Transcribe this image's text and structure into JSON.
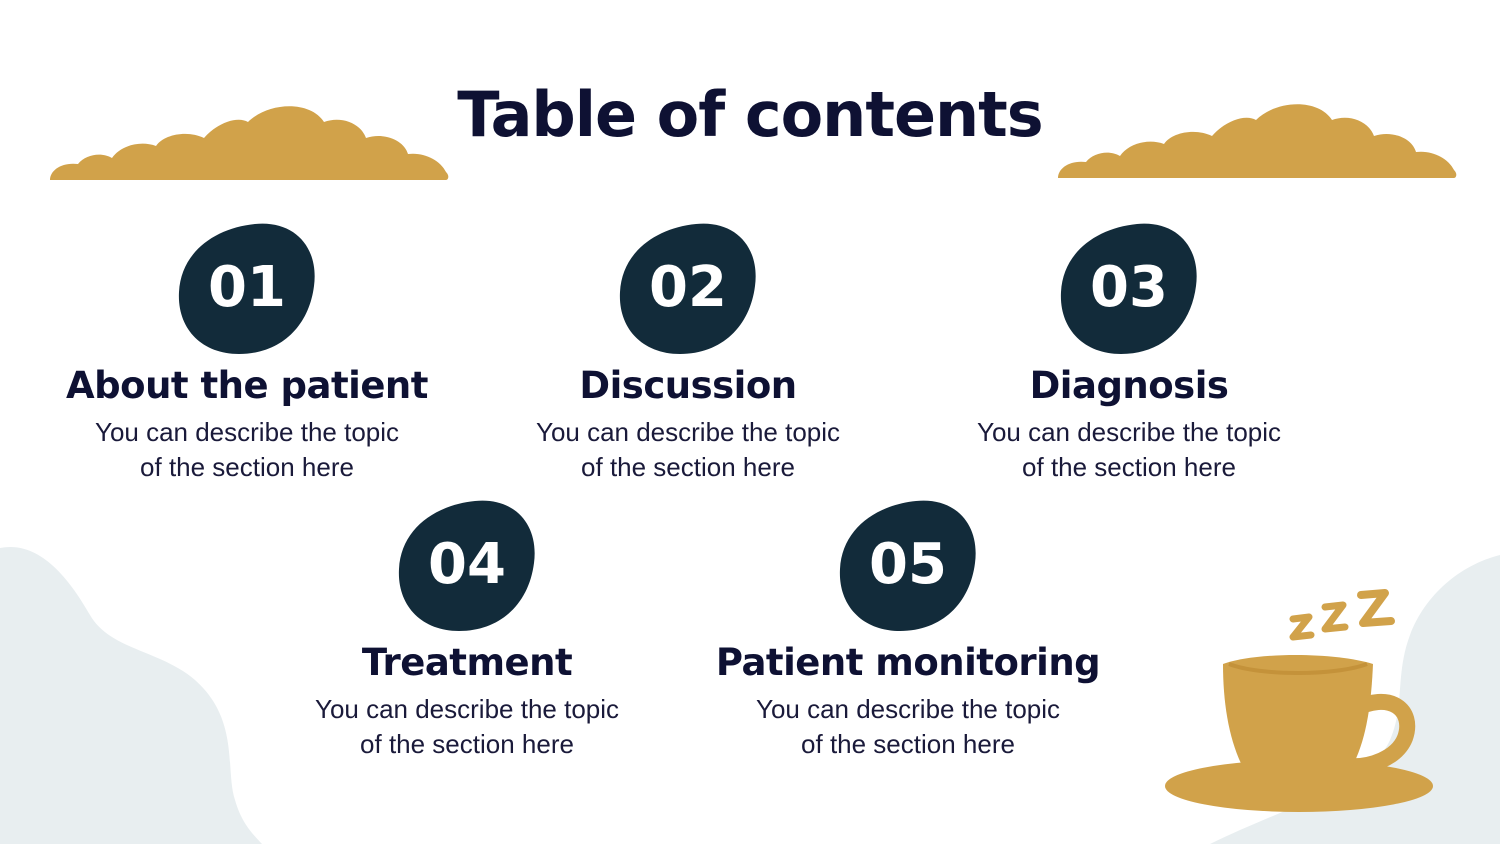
{
  "slide": {
    "title": "Table of contents",
    "sections": [
      {
        "number": "01",
        "title": "About the patient",
        "description_line1": "You can describe the topic",
        "description_line2": "of the section here"
      },
      {
        "number": "02",
        "title": "Discussion",
        "description_line1": "You can describe the topic",
        "description_line2": "of the section here"
      },
      {
        "number": "03",
        "title": "Diagnosis",
        "description_line1": "You can describe the topic",
        "description_line2": "of the section here"
      },
      {
        "number": "04",
        "title": "Treatment",
        "description_line1": "You can describe the topic",
        "description_line2": "of the section here"
      },
      {
        "number": "05",
        "title": "Patient monitoring",
        "description_line1": "You can describe the topic",
        "description_line2": "of the section here"
      }
    ],
    "decorations": {
      "left_cloud": "cloud-icon",
      "right_cloud": "cloud-icon",
      "cup": "coffee-cup-icon",
      "sleep": "zzz-icon"
    },
    "colors": {
      "title": "#0e1133",
      "badge": "#122b3a",
      "accent_gold": "#d1a24a",
      "background_blob": "#e8eef0"
    }
  }
}
